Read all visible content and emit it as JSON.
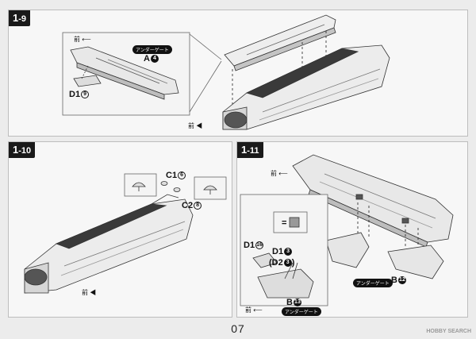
{
  "page_number": "07",
  "watermark": "HOBBY SEARCH",
  "steps": [
    {
      "step_main": "1",
      "step_sub": "-9",
      "labels": {
        "front": "前",
        "front2": "前",
        "underside": "アンダーゲート",
        "part_a": "A",
        "part_a_num": "4",
        "part_d1": "D1",
        "part_d1_num": "9"
      }
    },
    {
      "step_main": "1",
      "step_sub": "-10",
      "labels": {
        "front": "前",
        "part_c1": "C1",
        "part_c1_num": "6",
        "part_c2": "C2",
        "part_c2_num": "8"
      }
    },
    {
      "step_main": "1",
      "step_sub": "-11",
      "labels": {
        "front": "前",
        "front2": "前",
        "underside": "アンダーゲート",
        "underside2": "アンダーゲート",
        "equals": "=",
        "part_d1_a": "D1",
        "part_d1_a_num": "16",
        "part_d1_b": "D1",
        "part_d1_b_num": "3",
        "part_d2": "(D2",
        "part_d2_num": "3",
        "part_d2_close": ")",
        "part_b_a": "B",
        "part_b_a_num": "12",
        "part_b_b": "B",
        "part_b_b_num": "13"
      }
    }
  ]
}
